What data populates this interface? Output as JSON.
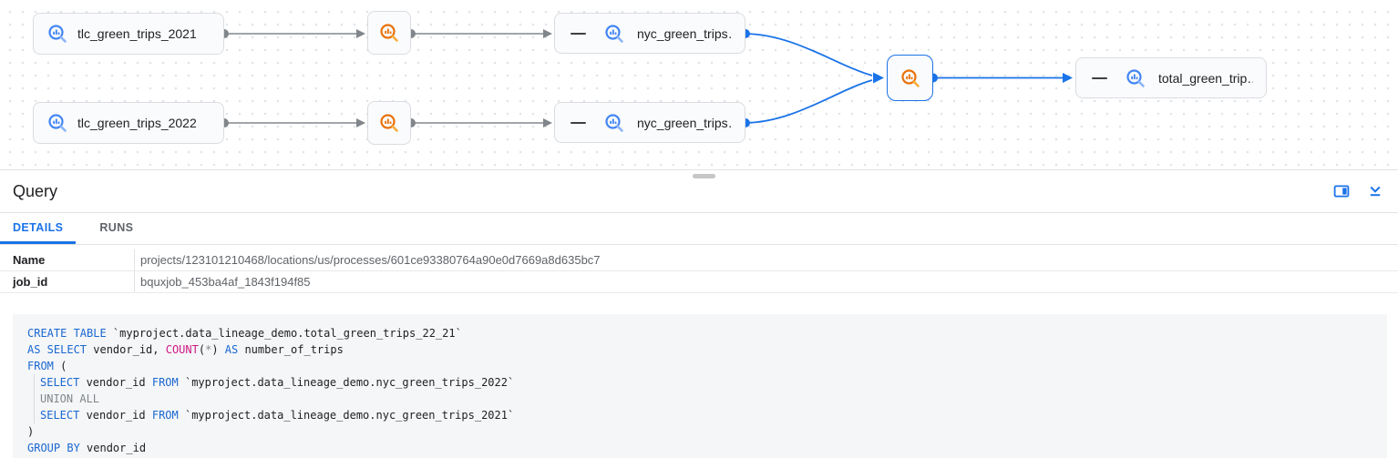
{
  "colors": {
    "accent_blue": "#1a73e8",
    "edge_gray": "#80868b",
    "node_border": "#dadce0",
    "table_icon_blue": "#4285f4",
    "query_icon_orange": "#e8710a",
    "keyword_blue": "#1967d2",
    "function_pink": "#d01884",
    "muted_gray": "#80868b",
    "code_background": "#f5f6f7"
  },
  "graph": {
    "nodes": {
      "tlc2021": {
        "label": "tlc_green_trips_2021"
      },
      "tlc2022": {
        "label": "tlc_green_trips_2022"
      },
      "nyc2021": {
        "label": "nyc_green_trips…"
      },
      "nyc2022": {
        "label": "nyc_green_trips…"
      },
      "total": {
        "label": "total_green_trip…"
      }
    }
  },
  "panel": {
    "title": "Query",
    "tabs": [
      {
        "label": "DETAILS",
        "active": true
      },
      {
        "label": "RUNS",
        "active": false
      }
    ],
    "details": [
      {
        "label": "Name",
        "value": "projects/123101210468/locations/us/processes/601ce93380764a90e0d7669a8d635bc7"
      },
      {
        "label": "job_id",
        "value": "bquxjob_453ba4af_1843f194f85"
      }
    ],
    "icons": [
      "side-panel-icon",
      "collapse-panel-icon"
    ]
  },
  "code": {
    "lines": [
      [
        [
          "kw",
          "CREATE TABLE"
        ],
        [
          "tx",
          " `myproject.data_lineage_demo.total_green_trips_22_21`"
        ]
      ],
      [
        [
          "kw",
          "AS SELECT"
        ],
        [
          "tx",
          " vendor_id, "
        ],
        [
          "fn",
          "COUNT"
        ],
        [
          "tx",
          "("
        ],
        [
          "op",
          "*"
        ],
        [
          "tx",
          ") "
        ],
        [
          "kw",
          "AS"
        ],
        [
          "tx",
          " number_of_trips"
        ]
      ],
      [
        [
          "kw",
          "FROM"
        ],
        [
          "tx",
          " ("
        ]
      ],
      [
        [
          "guide",
          ""
        ],
        [
          "kw",
          "SELECT"
        ],
        [
          "tx",
          " vendor_id "
        ],
        [
          "kw",
          "FROM"
        ],
        [
          "tx",
          " `myproject.data_lineage_demo.nyc_green_trips_2022`"
        ]
      ],
      [
        [
          "guide",
          ""
        ],
        [
          "gr",
          "UNION ALL"
        ]
      ],
      [
        [
          "guide",
          ""
        ],
        [
          "kw",
          "SELECT"
        ],
        [
          "tx",
          " vendor_id "
        ],
        [
          "kw",
          "FROM"
        ],
        [
          "tx",
          " `myproject.data_lineage_demo.nyc_green_trips_2021`"
        ]
      ],
      [
        [
          "tx",
          ")"
        ]
      ],
      [
        [
          "kw",
          "GROUP BY"
        ],
        [
          "tx",
          " vendor_id"
        ]
      ]
    ]
  }
}
